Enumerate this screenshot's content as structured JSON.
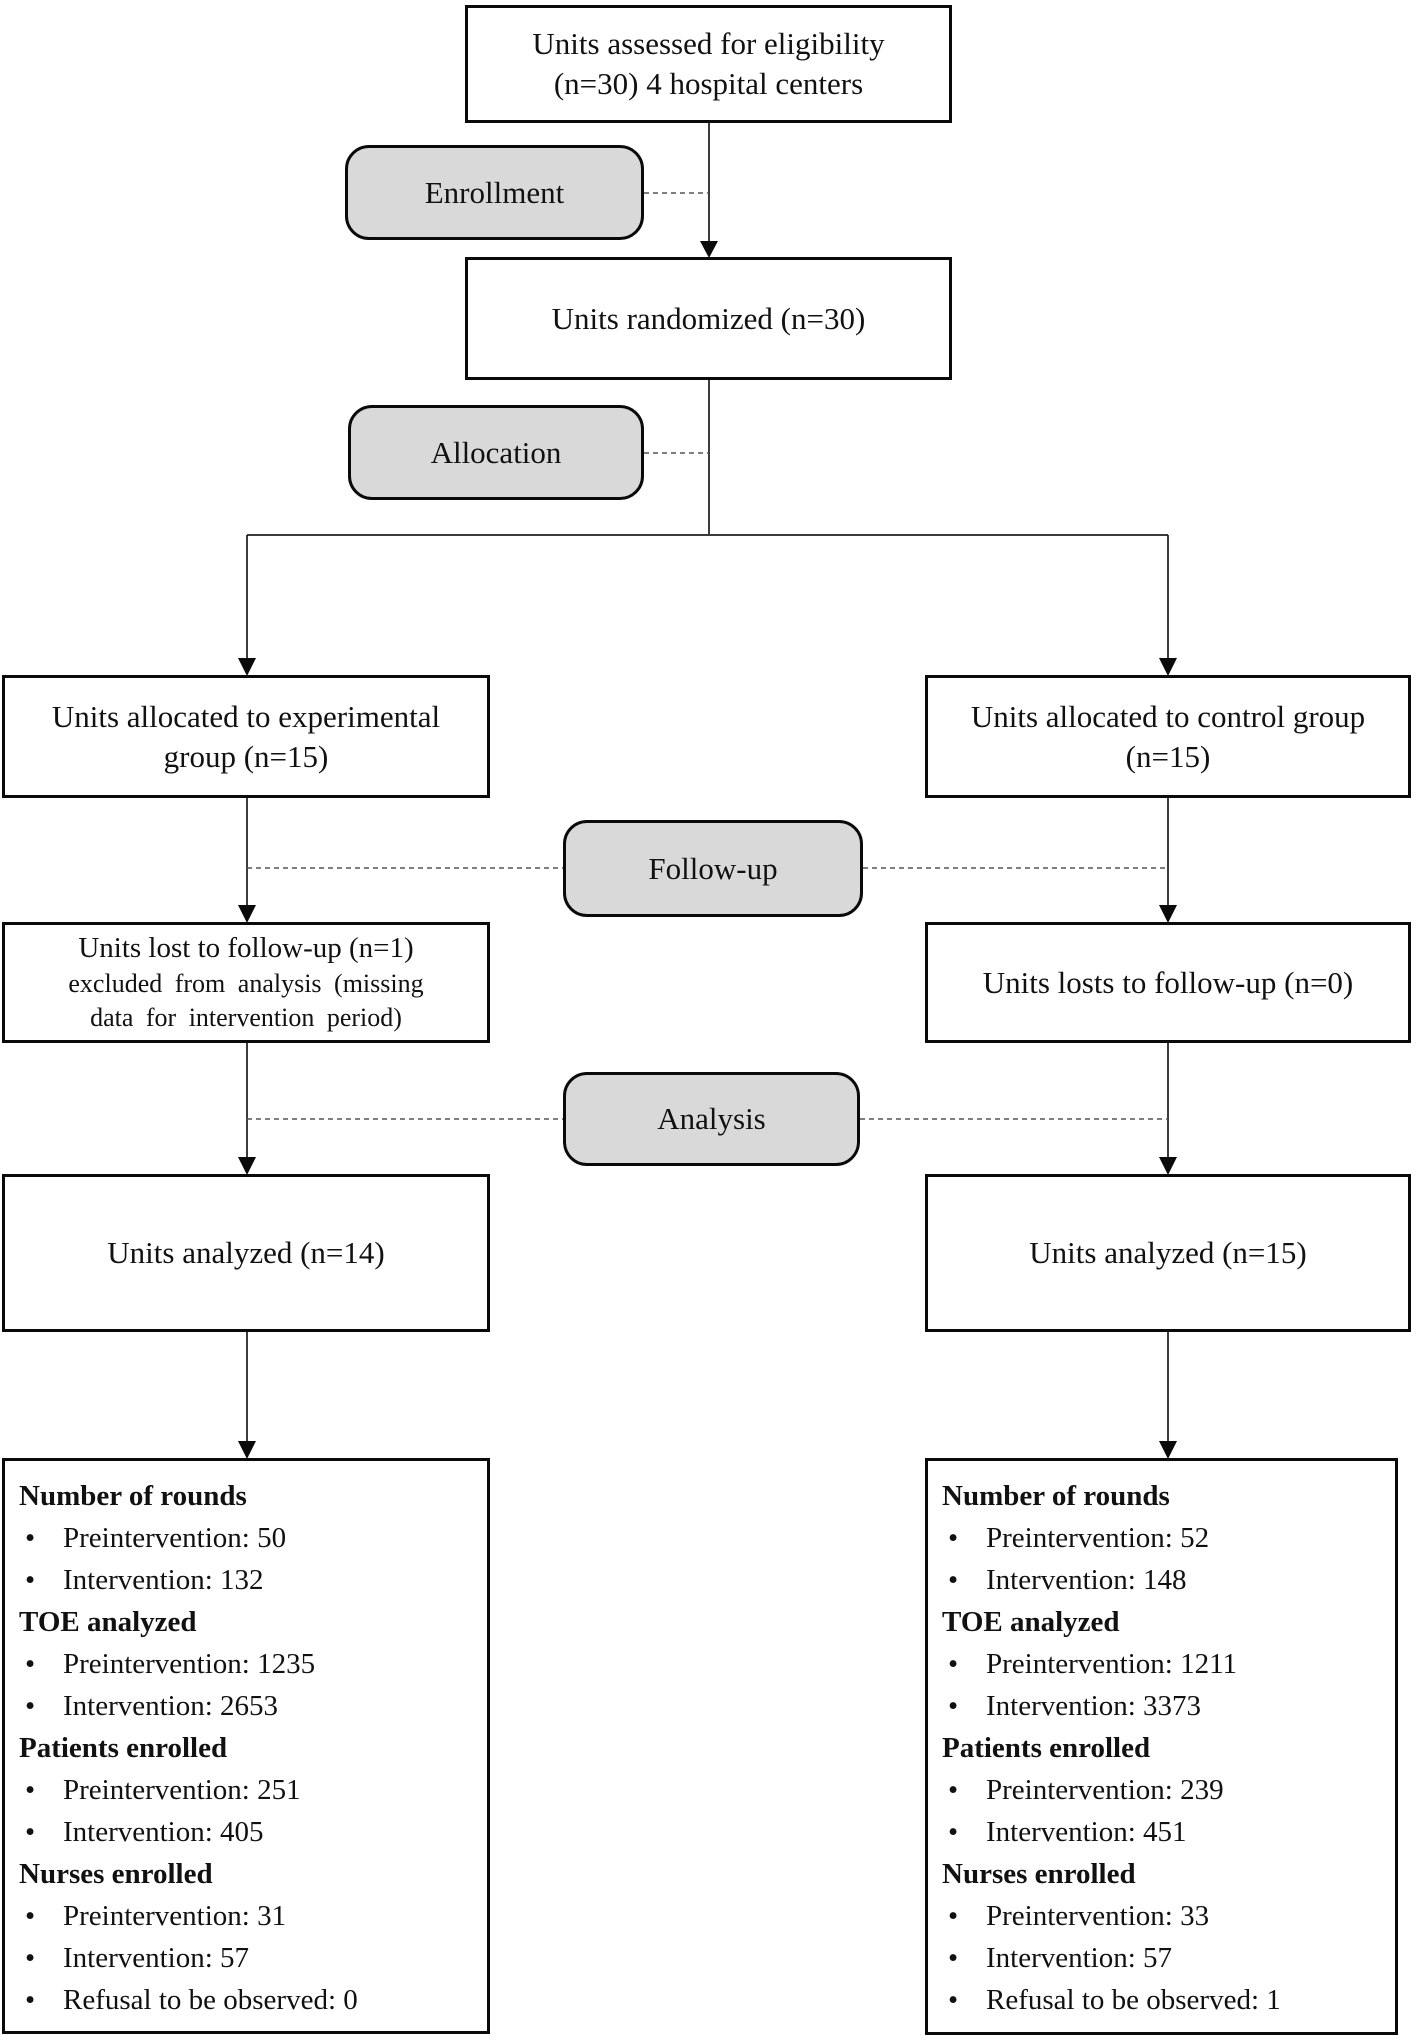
{
  "colors": {
    "stage_fill": "#d9d9d9",
    "box_border": "#0a0a0a",
    "line": "#1a1a1a",
    "background": "#ffffff"
  },
  "bullet_char": "•",
  "flow": {
    "eligibility": {
      "line1": "Units assessed for eligibility",
      "line2": "(n=30) 4 hospital centers"
    },
    "randomized": {
      "text": "Units randomized (n=30)"
    },
    "labels": {
      "enrollment": "Enrollment",
      "allocation": "Allocation",
      "followup": "Follow-up",
      "analysis": "Analysis"
    },
    "experimental": {
      "allocated": {
        "line1": "Units allocated to experimental",
        "line2": "group (n=15)"
      },
      "lost": {
        "line1": "Units lost to follow-up (n=1)",
        "line2": "excluded from analysis (missing",
        "line3": "data for intervention period)"
      },
      "analyzed": {
        "text": "Units analyzed (n=14)"
      },
      "details": [
        {
          "b": "Number of rounds"
        },
        {
          "t": "Preintervention: 50"
        },
        {
          "t": "Intervention: 132"
        },
        {
          "b": "TOE analyzed"
        },
        {
          "t": "Preintervention: 1235"
        },
        {
          "t": "Intervention: 2653"
        },
        {
          "b": "Patients enrolled"
        },
        {
          "t": "Preintervention: 251"
        },
        {
          "t": "Intervention: 405"
        },
        {
          "b": "Nurses enrolled"
        },
        {
          "t": "Preintervention: 31"
        },
        {
          "t": "Intervention: 57"
        },
        {
          "t": "Refusal to be observed: 0"
        }
      ]
    },
    "control": {
      "allocated": {
        "line1": "Units allocated to control group",
        "line2": "(n=15)"
      },
      "lost": {
        "line1": "Units losts to follow-up (n=0)"
      },
      "analyzed": {
        "text": "Units analyzed (n=15)"
      },
      "details": [
        {
          "b": "Number of rounds"
        },
        {
          "t": "Preintervention: 52"
        },
        {
          "t": "Intervention: 148"
        },
        {
          "b": "TOE analyzed"
        },
        {
          "t": "Preintervention: 1211"
        },
        {
          "t": "Intervention: 3373"
        },
        {
          "b": "Patients enrolled"
        },
        {
          "t": "Preintervention: 239"
        },
        {
          "t": "Intervention: 451"
        },
        {
          "b": "Nurses enrolled"
        },
        {
          "t": "Preintervention: 33"
        },
        {
          "t": "Intervention: 57"
        },
        {
          "t": "Refusal to be observed: 1"
        }
      ]
    }
  }
}
